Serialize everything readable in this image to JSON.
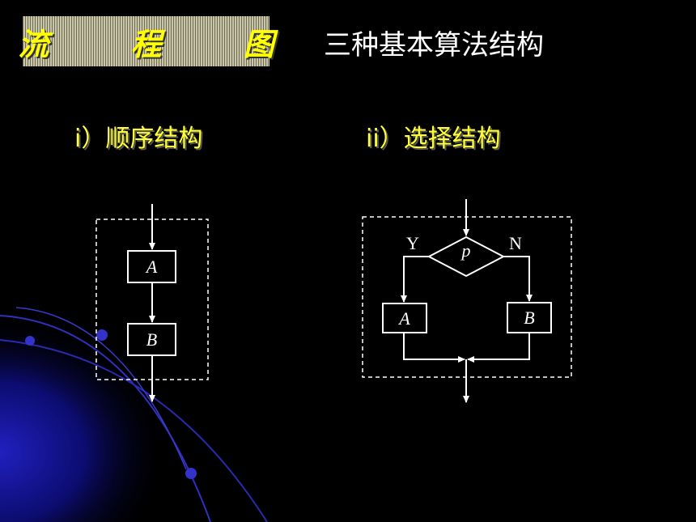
{
  "header": {
    "title": "流 程 图",
    "subtitle": "三种基本算法结构"
  },
  "sections": {
    "sequence": {
      "label": "i）顺序结构"
    },
    "selection": {
      "label": "ii）选择结构"
    }
  },
  "diagram": {
    "sequence_box_a": "A",
    "sequence_box_b": "B",
    "condition": "p",
    "yes_label": "Y",
    "no_label": "N",
    "selection_box_a": "A",
    "selection_box_b": "B"
  },
  "colors": {
    "background": "#000000",
    "title_text": "#ffff00",
    "section_text": "#ffff33",
    "line": "#ffffff",
    "decor_blue": "#1a1aa0"
  }
}
